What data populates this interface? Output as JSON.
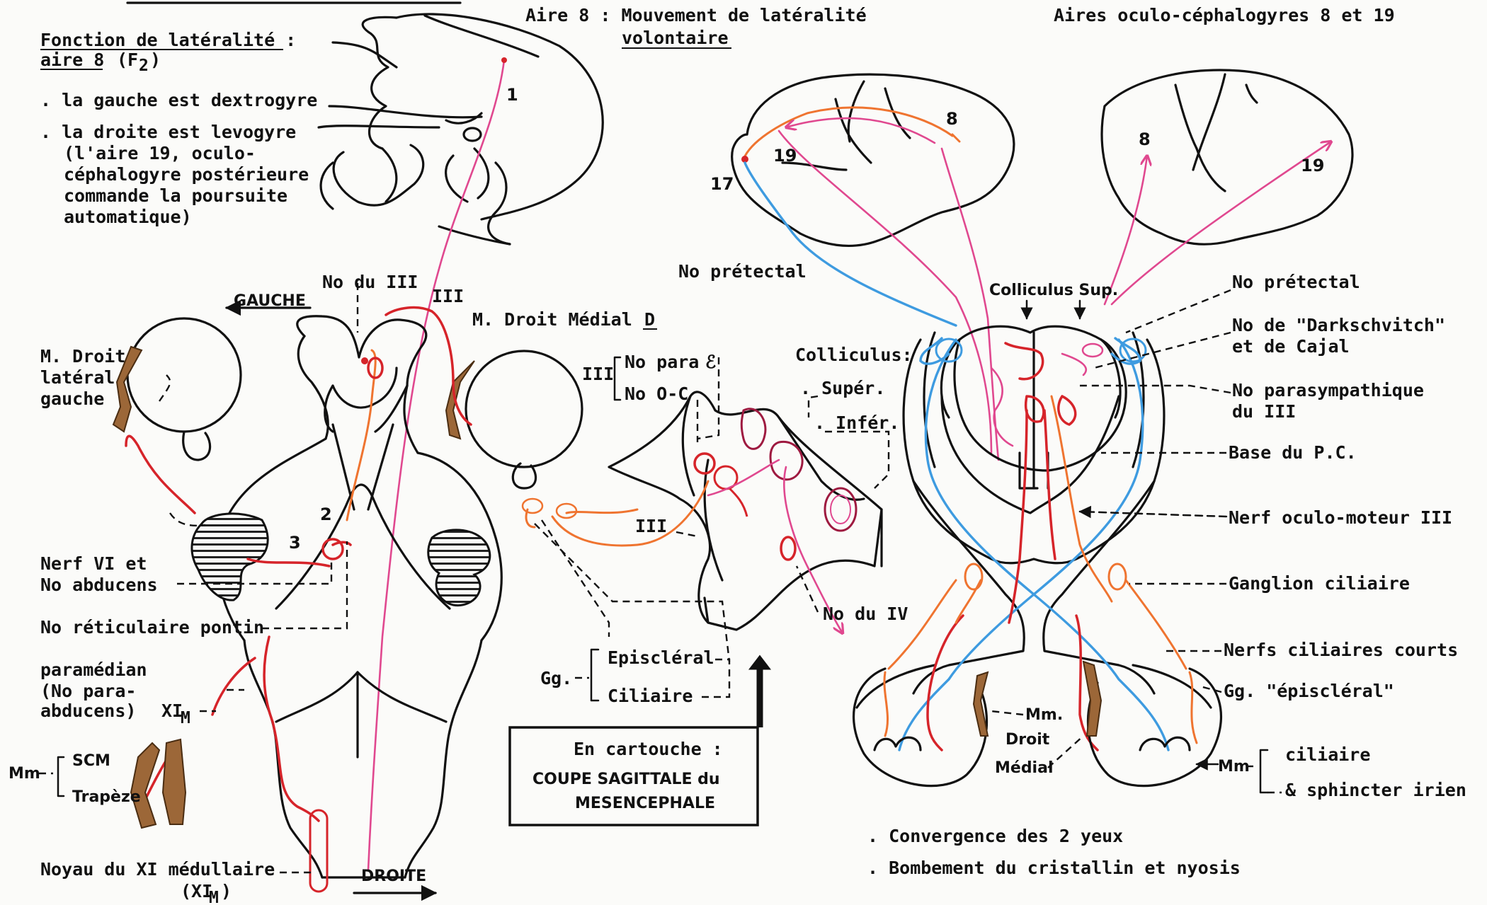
{
  "left": {
    "heading_line1": "Fonction de latéralité :",
    "heading_line2": "aire 8",
    "heading_f2": "(F",
    "heading_f2_sub": "2",
    "heading_f2_end": ")",
    "bullet1": ". la gauche est dextrogyre",
    "bullet2": ". la droite est levogyre",
    "bullet2_l2": "(l'aire 19, oculo-",
    "bullet2_l3": "céphalogyre postérieure",
    "bullet2_l4": "commande la poursuite",
    "bullet2_l5": "automatique)",
    "num1": "1",
    "num2": "2",
    "num3": "3",
    "gauche": "GAUCHE",
    "no_du_iii": "No du III",
    "iii": "III",
    "m_droit_lat_1": "M. Droit",
    "m_droit_lat_2": "latéral",
    "m_droit_lat_3": "gauche",
    "m_droit_med": "M. Droit Médial",
    "m_droit_med_d": "D",
    "nerf_vi_1": "Nerf VI et",
    "nerf_vi_2": "No abducens",
    "no_reticulaire": "No réticulaire pontin",
    "paramedian_1": "paramédian",
    "paramedian_2": "(No para-",
    "paramedian_3": "abducens)",
    "xim": "XI",
    "xim_sub": "M",
    "mm": "Mm",
    "scm": "SCM",
    "trapeze": "Trapèze",
    "noyau_xi": "Noyau du XI médullaire",
    "noyau_xi_2": "(XI",
    "noyau_xi_2_sub": "M",
    "noyau_xi_2_end": ")",
    "droite": "DROITE"
  },
  "middle": {
    "title_l1": "Aire 8 : Mouvement de latéralité",
    "title_l2": "volontaire",
    "no_pretectal": "No prétectal",
    "iii_lbl": "III",
    "no_para": "No para",
    "epsilon": "ℰ",
    "no_oc": "No  O-C",
    "colliculus": "Colliculus:",
    "super": ". Supér.",
    "infer": ". Infér.",
    "iii_low": "III",
    "no_du_iv": "No du IV",
    "gg": "Gg.",
    "episcleral": "Episcléral",
    "ciliaire": "Ciliaire",
    "cart_l1": "En cartouche :",
    "cart_l2": "COUPE SAGITTALE  du",
    "cart_l3": "MESENCEPHALE"
  },
  "right": {
    "title": "Aires oculo-céphalogyres 8 et 19",
    "n8a": "8",
    "n19a": "19",
    "n17": "17",
    "n8b": "8",
    "n19b": "19",
    "colliculus_sup": "Colliculus Sup.",
    "no_pretectal": "No  prétectal",
    "darkschvitch_1": "No de \"Darkschvitch\"",
    "darkschvitch_2": "et de Cajal",
    "parasymp_1": "No parasympathique",
    "parasymp_2": "du III",
    "base_pc": "Base du P.C.",
    "nerf_om": "Nerf oculo-moteur III",
    "ganglion": "Ganglion ciliaire",
    "nerfs_cil": "Nerfs ciliaires courts",
    "gg_epi": "Gg. \"épiscléral\"",
    "mm_droit_1": "Mm.",
    "mm_droit_2": "Droit",
    "mm_droit_3": "Médial",
    "mm": "Mm",
    "ciliaire": "ciliaire",
    "sphincter": "& sphincter irien",
    "conv1": ". Convergence des 2 yeux",
    "conv2": ". Bombement du cristallin et nyosis"
  }
}
